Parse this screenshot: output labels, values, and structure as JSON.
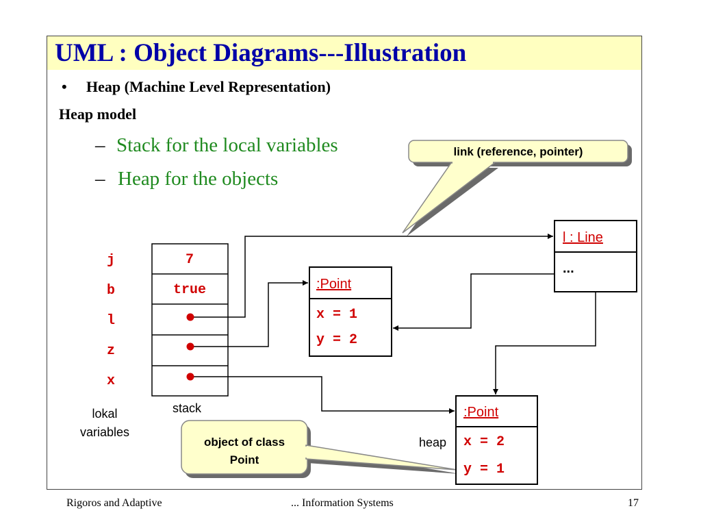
{
  "slide": {
    "title": "UML : Object Diagrams---Illustration",
    "bullet_symbol": "•",
    "bullet": "Heap (Machine Level Representation)",
    "subheading": "Heap model",
    "dash": "–",
    "items": [
      "Stack for the local variables",
      "Heap for the objects"
    ]
  },
  "callouts": {
    "link": "link (reference, pointer)",
    "object_line1": "object of class",
    "object_line2": "Point"
  },
  "stack": {
    "variables": [
      "j",
      "b",
      "l",
      "z",
      "x"
    ],
    "values": [
      "7",
      "true",
      "",
      "",
      ""
    ],
    "caption": "stack",
    "vars_caption_line1": "lokal",
    "vars_caption_line2": "variables"
  },
  "heap": {
    "caption": "heap",
    "line_object": {
      "title": "l : Line",
      "body": "..."
    },
    "point1": {
      "title": ":Point",
      "attrs": [
        "x = 1",
        "y = 2"
      ]
    },
    "point2": {
      "title": ":Point",
      "attrs": [
        "x = 2",
        "y = 1"
      ]
    }
  },
  "footer": {
    "left": "Rigoros and Adaptive",
    "center": "... Information Systems",
    "page": "17"
  },
  "colors": {
    "title": "#0000a8",
    "title_bar": "#ffffc0",
    "green_text": "#1f8a1f",
    "red_text": "#d00000",
    "callout_fill": "#ffffcc"
  }
}
